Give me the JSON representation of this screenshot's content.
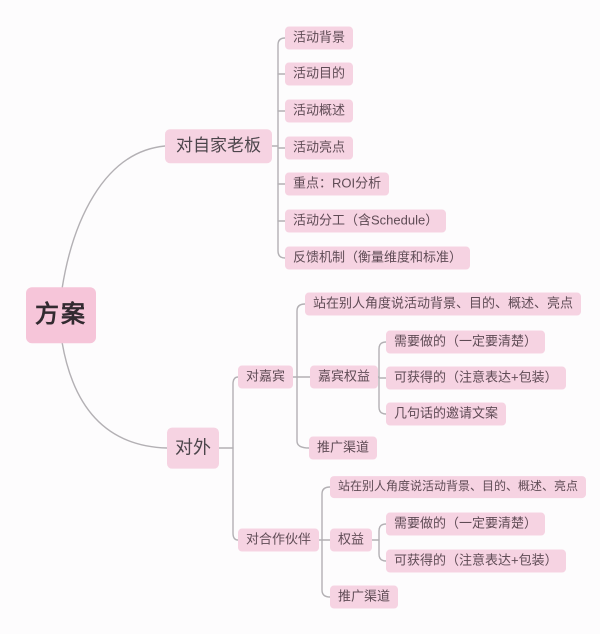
{
  "root": {
    "label": "方案"
  },
  "boss": {
    "label": "对自家老板",
    "children": [
      "活动背景",
      "活动目的",
      "活动概述",
      "活动亮点",
      "重点：ROI分析",
      "活动分工（含Schedule）",
      "反馈机制（衡量维度和标准）"
    ]
  },
  "external": {
    "label": "对外",
    "guests": {
      "label": "对嘉宾",
      "perspective": "站在别人角度说活动背景、目的、概述、亮点",
      "benefits": {
        "label": "嘉宾权益",
        "children": [
          "需要做的（一定要清楚）",
          "可获得的（注意表达+包装）",
          "几句话的邀请文案"
        ]
      },
      "promotion": "推广渠道"
    },
    "partners": {
      "label": "对合作伙伴",
      "perspective": "站在别人角度说活动背景、目的、概述、亮点",
      "benefits": {
        "label": "权益",
        "children": [
          "需要做的（一定要清楚）",
          "可获得的（注意表达+包装）"
        ]
      },
      "promotion": "推广渠道"
    }
  },
  "colors": {
    "root-fill": "#f6c5d9",
    "node-fill": "#f6d3e2",
    "root-text": "#322a30",
    "branch-text": "#4c454b",
    "node-text": "#5f4b55",
    "line": "#b3b0b4",
    "bg": "#fdfcfd"
  }
}
